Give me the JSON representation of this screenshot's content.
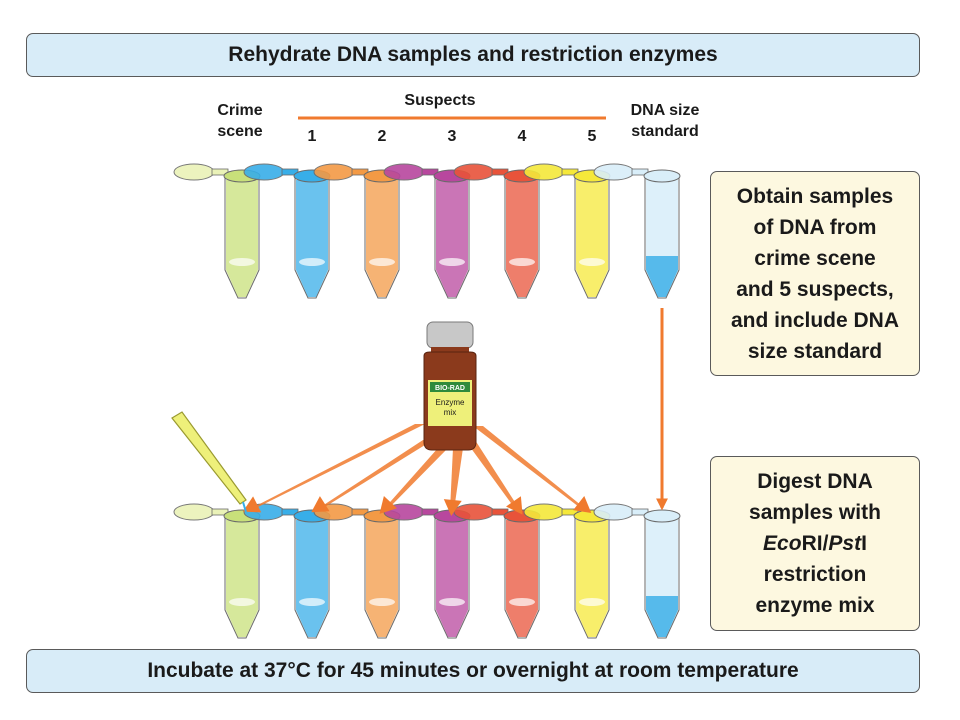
{
  "top_banner": "Rehydrate DNA samples and restriction enzymes",
  "bottom_banner": "Incubate at 37°C for 45 minutes or overnight at room temperature",
  "labels": {
    "crime_scene_line1": "Crime",
    "crime_scene_line2": "scene",
    "suspects": "Suspects",
    "dna_size_line1": "DNA size",
    "dna_size_line2": "standard",
    "suspect_numbers": [
      "1",
      "2",
      "3",
      "4",
      "5"
    ]
  },
  "note_obtain": {
    "lines": [
      "Obtain samples",
      "of DNA from",
      "crime scene",
      "and 5 suspects,",
      "and include DNA",
      "size standard"
    ]
  },
  "note_digest": {
    "line1": "Digest DNA",
    "line2": "samples with",
    "line3_eco_italic": "Eco",
    "line3_ri": "RI/",
    "line3_pst_italic": "Pst",
    "line3_i": "I",
    "line4": "restriction",
    "line5": "enzyme mix"
  },
  "bottle": {
    "brand": "BIO-RAD",
    "label_line1": "Enzyme",
    "label_line2": "mix"
  },
  "colors": {
    "crime_scene": "#c8e07a",
    "suspect_1": "#38aee8",
    "suspect_2": "#f39a45",
    "suspect_3": "#b8479e",
    "suspect_4": "#e8533a",
    "suspect_5": "#f5e83a",
    "size_standard": "#d9eef9",
    "arrow": "#f07a2e",
    "banner_fill": "#d8ecf8",
    "note_fill": "#fdf8e0",
    "bottle_body": "#8b3a1c"
  }
}
